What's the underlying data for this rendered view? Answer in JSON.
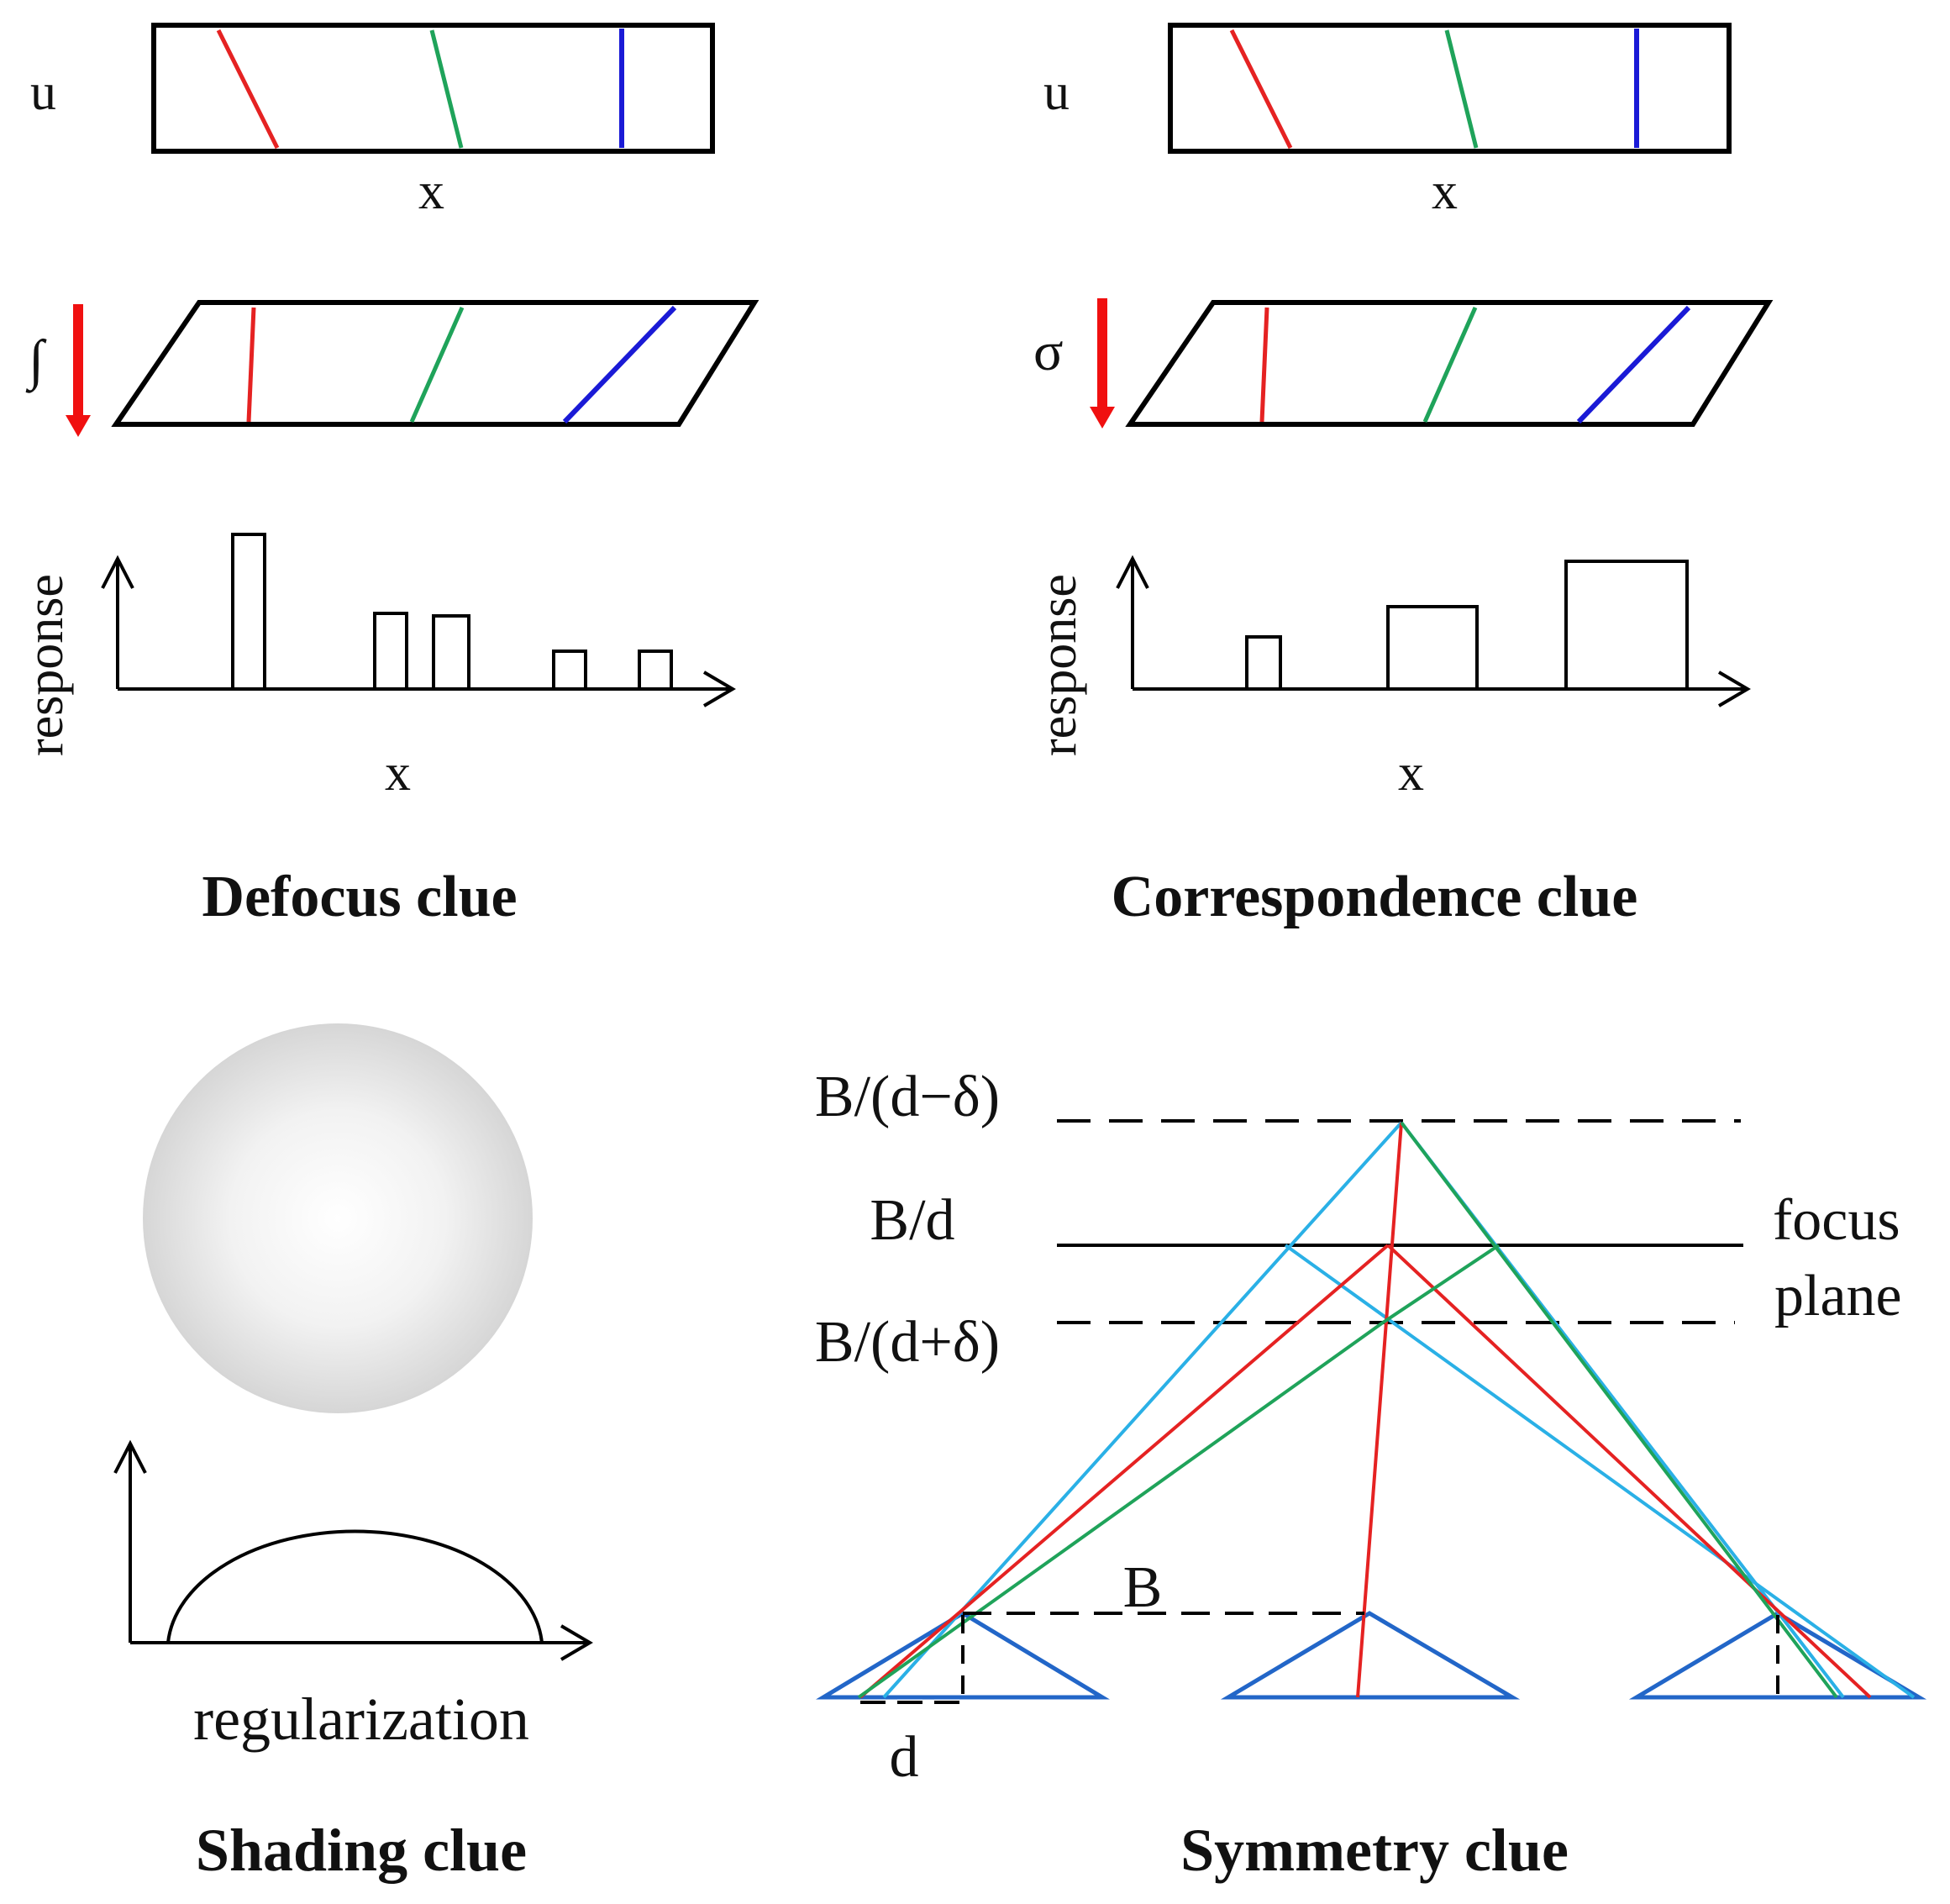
{
  "defocus": {
    "title": "Defocus clue",
    "u_label": "u",
    "x_label_top": "x",
    "operator_symbol": "∫",
    "y_label": "response",
    "x_label_bottom": "x",
    "colors": {
      "red": "#e52222",
      "green": "#1fa35a",
      "blue": "#1a1ad6",
      "arrow": "#f01010"
    }
  },
  "correspondence": {
    "title": "Correspondence  clue",
    "u_label": "u",
    "x_label_top": "x",
    "operator_symbol": "σ",
    "y_label": "response",
    "x_label_bottom": "x"
  },
  "shading": {
    "title": "Shading clue",
    "x_label": "regularization",
    "colors": {
      "sphere_light": "#ffffff",
      "sphere_dark": "#d8d8d8"
    }
  },
  "symmetry": {
    "title": "Symmetry clue",
    "label_upper": "B/(d−δ)",
    "label_focus": "B/d",
    "label_lower": "B/(d+δ)",
    "focus_word1": "focus",
    "focus_word2": "plane",
    "baseline_label": "B",
    "offset_label": "d",
    "colors": {
      "cyan": "#2ab0e6",
      "red": "#e52222",
      "green": "#1fa35a",
      "triangle": "#2266c8"
    }
  }
}
